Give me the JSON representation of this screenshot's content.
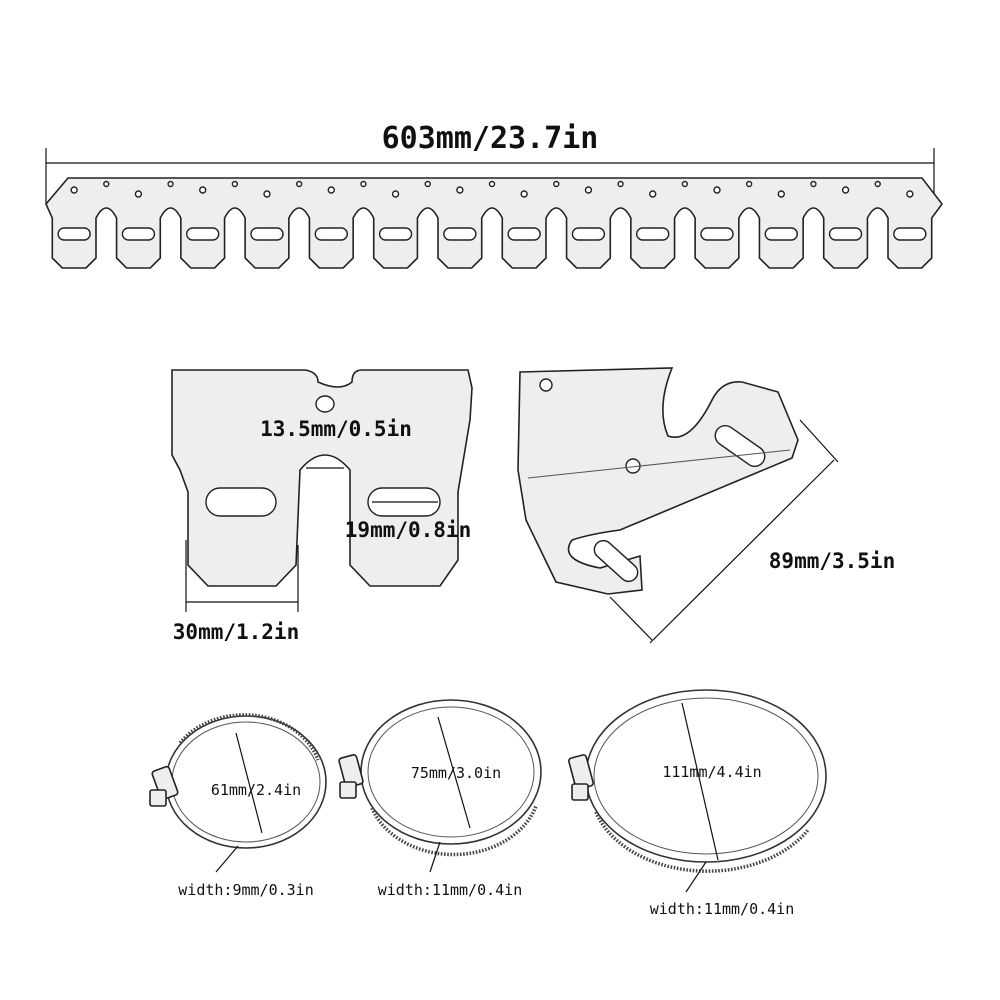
{
  "heat_shield": {
    "length_label": "603mm/23.7in",
    "tab_count": 14
  },
  "detail_front": {
    "gap_label": "13.5mm/0.5in",
    "slot_label": "19mm/0.8in",
    "tab_width_label": "30mm/1.2in"
  },
  "detail_side": {
    "height_label": "89mm/3.5in"
  },
  "clamps": [
    {
      "diameter_label": "61mm/2.4in",
      "width_label": "width:9mm/0.3in"
    },
    {
      "diameter_label": "75mm/3.0in",
      "width_label": "width:11mm/0.4in"
    },
    {
      "diameter_label": "111mm/4.4in",
      "width_label": "width:11mm/0.4in"
    }
  ]
}
